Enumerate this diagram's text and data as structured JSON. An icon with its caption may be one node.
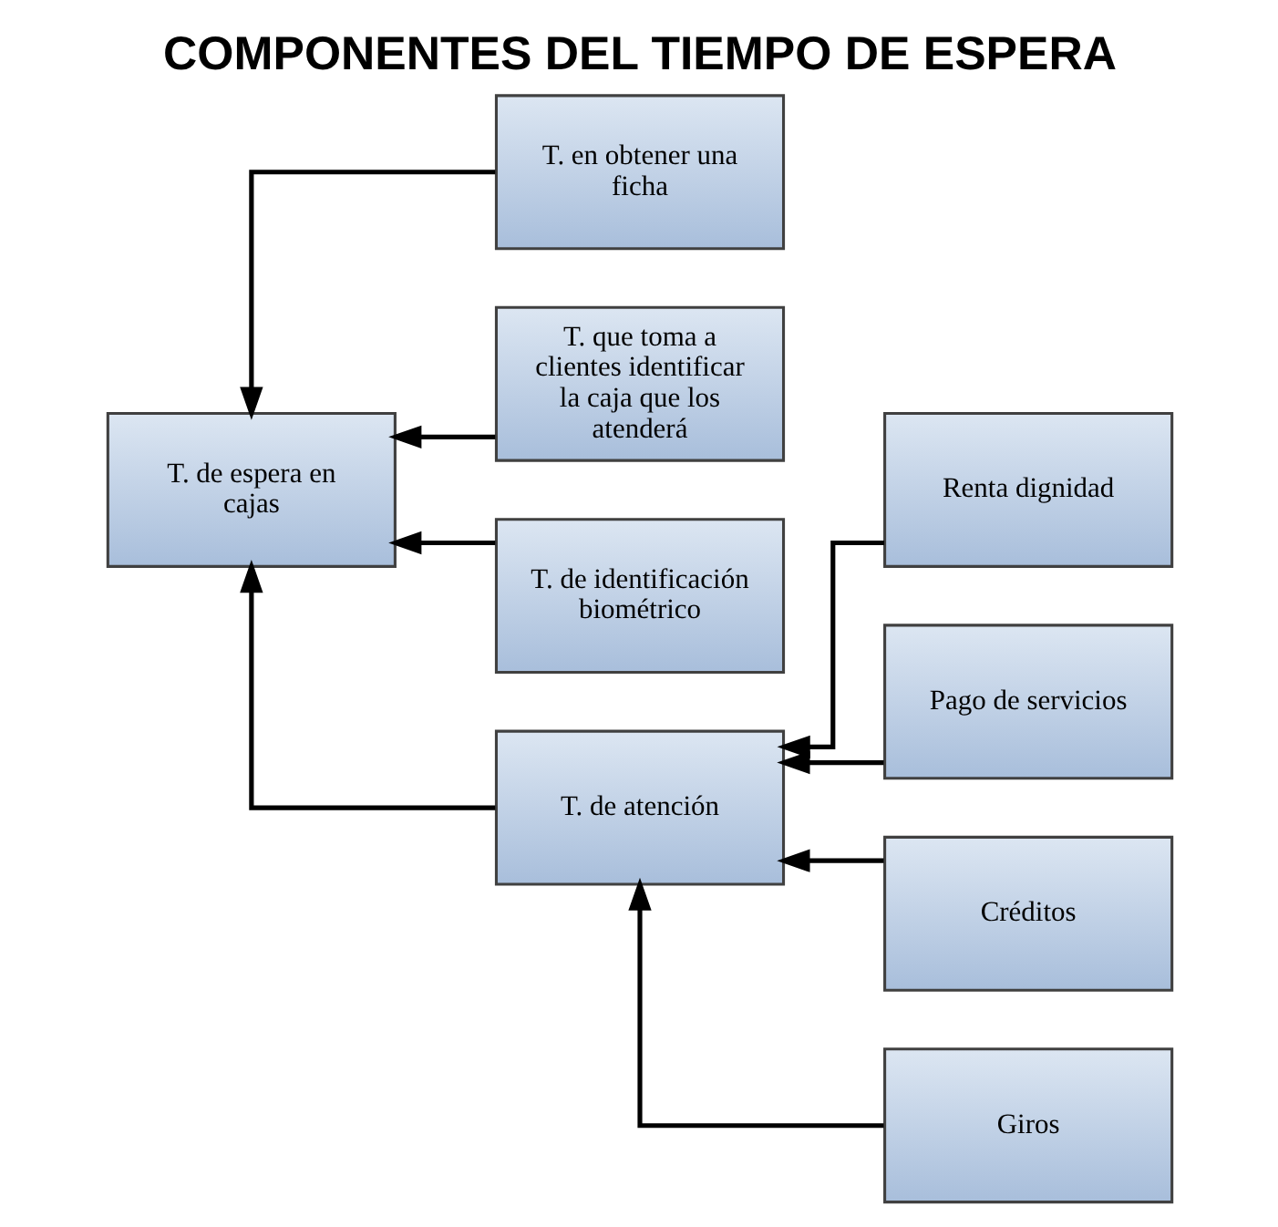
{
  "diagram": {
    "title": "COMPONENTES DEL TIEMPO DE ESPERA",
    "nodes": [
      {
        "text": [
          "T. de espera en cajas"
        ]
      },
      {
        "text": [
          "T. en obtener una ficha"
        ]
      },
      {
        "text": [
          "T. que toma a clientes identificar la caja que los atenderá"
        ]
      },
      {
        "text": [
          "T. de identificación biométrico"
        ]
      },
      {
        "text": [
          "T. de atención"
        ]
      },
      {
        "text": [
          "Renta dignidad"
        ]
      },
      {
        "text": [
          "Pago de servicios"
        ]
      },
      {
        "text": [
          "Créditos"
        ]
      },
      {
        "text": [
          "Giros"
        ]
      }
    ],
    "edges": [
      {
        "from": 1,
        "to": 0,
        "arrow": "to"
      },
      {
        "from": 2,
        "to": 0,
        "arrow": "to"
      },
      {
        "from": 3,
        "to": 0,
        "arrow": "to"
      },
      {
        "from": 4,
        "to": 0,
        "arrow": "to"
      },
      {
        "from": 5,
        "to": 4,
        "arrow": "to"
      },
      {
        "from": 6,
        "to": 4,
        "arrow": "to"
      },
      {
        "from": 7,
        "to": 4,
        "arrow": "to"
      },
      {
        "from": 8,
        "to": 4,
        "arrow": "to"
      }
    ]
  }
}
